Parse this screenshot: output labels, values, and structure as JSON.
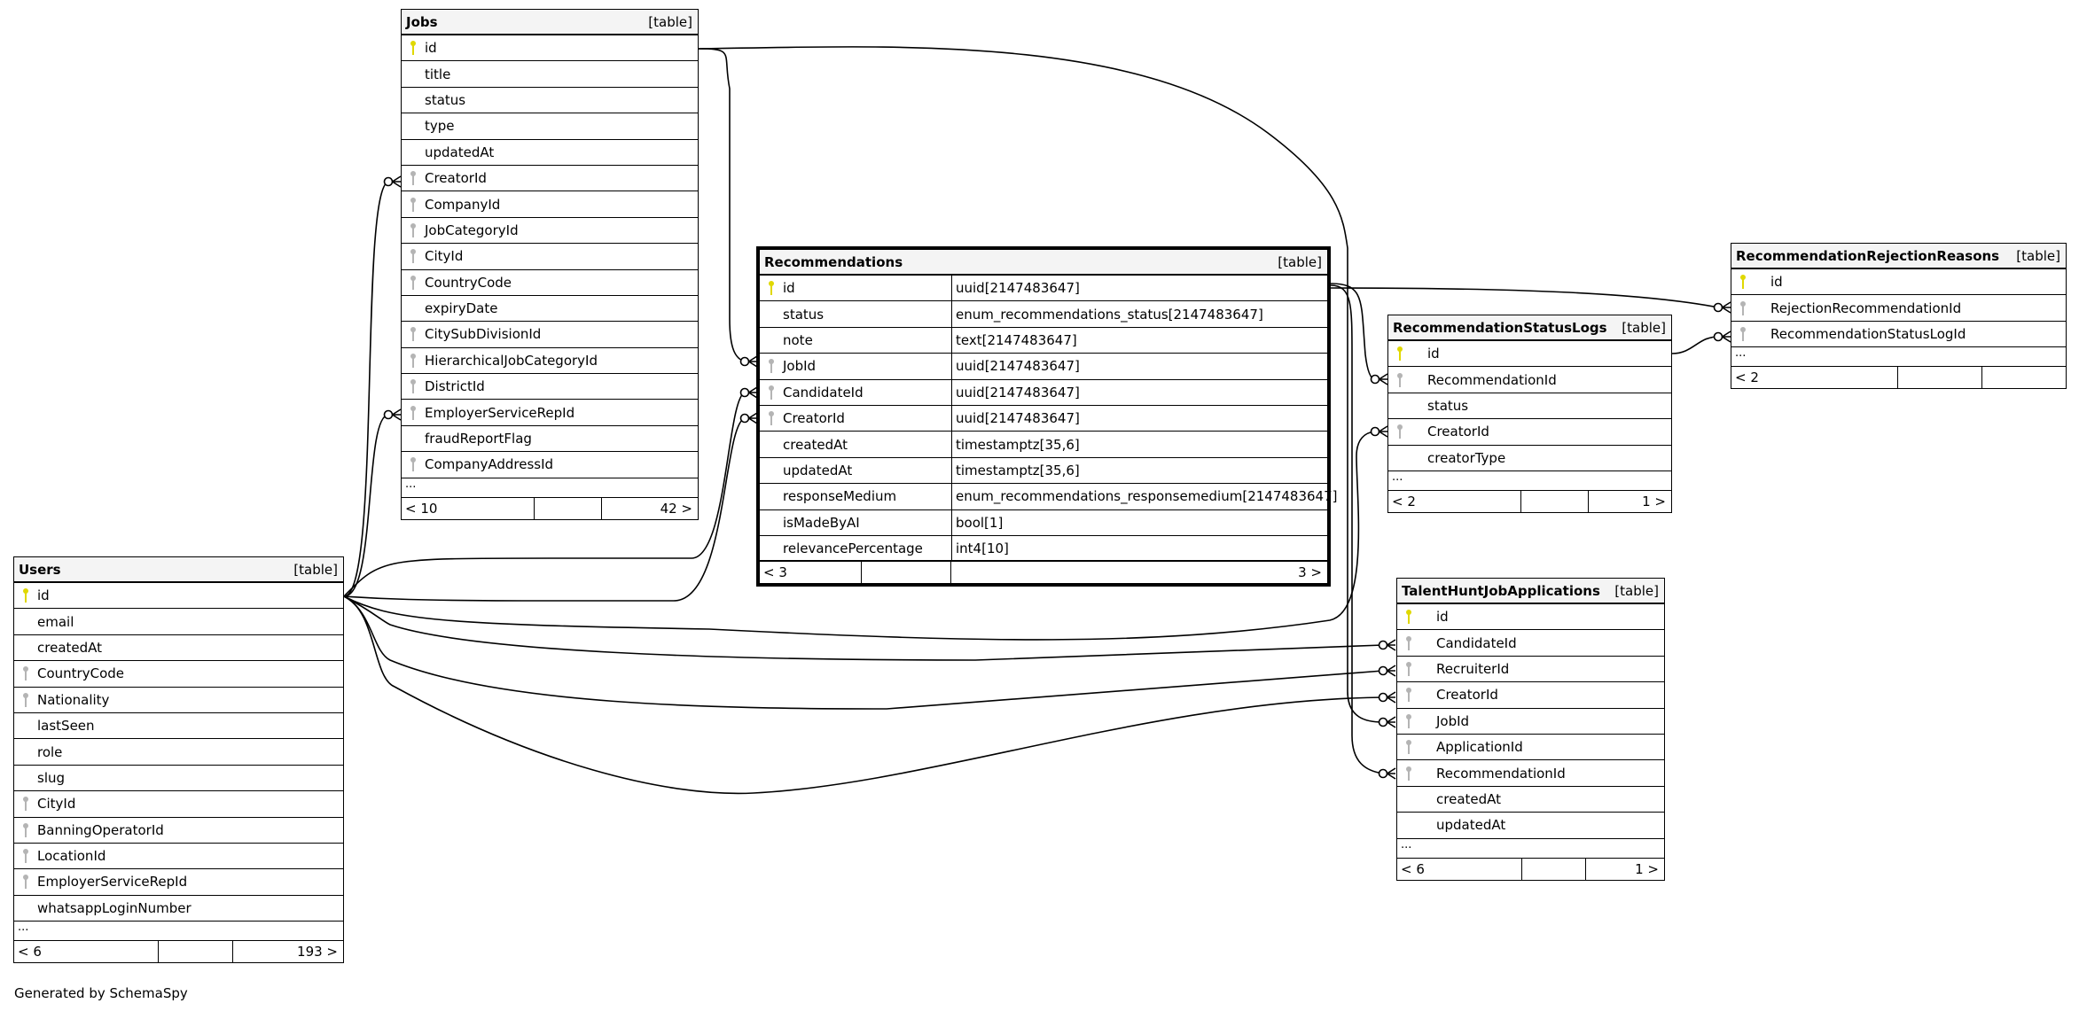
{
  "colors": {
    "primary_key": "#e0d800",
    "foreign_key": "#b4b4b4",
    "header_bg": "#f4f4f4",
    "line": "#000000"
  },
  "footer_note": "Generated by SchemaSpy",
  "tables": {
    "jobs": {
      "name": "Jobs",
      "type_label": "[table]",
      "columns": [
        {
          "name": "id",
          "key": "primary"
        },
        {
          "name": "title",
          "key": "none"
        },
        {
          "name": "status",
          "key": "none"
        },
        {
          "name": "type",
          "key": "none"
        },
        {
          "name": "updatedAt",
          "key": "none"
        },
        {
          "name": "CreatorId",
          "key": "foreign"
        },
        {
          "name": "CompanyId",
          "key": "foreign"
        },
        {
          "name": "JobCategoryId",
          "key": "foreign"
        },
        {
          "name": "CityId",
          "key": "foreign"
        },
        {
          "name": "CountryCode",
          "key": "foreign"
        },
        {
          "name": "expiryDate",
          "key": "none"
        },
        {
          "name": "CitySubDivisionId",
          "key": "foreign"
        },
        {
          "name": "HierarchicalJobCategoryId",
          "key": "foreign"
        },
        {
          "name": "DistrictId",
          "key": "foreign"
        },
        {
          "name": "EmployerServiceRepId",
          "key": "foreign"
        },
        {
          "name": "fraudReportFlag",
          "key": "none"
        },
        {
          "name": "CompanyAddressId",
          "key": "foreign"
        }
      ],
      "ellipsis": "...",
      "parents": "< 10",
      "children": "42 >"
    },
    "users": {
      "name": "Users",
      "type_label": "[table]",
      "columns": [
        {
          "name": "id",
          "key": "primary"
        },
        {
          "name": "email",
          "key": "none"
        },
        {
          "name": "createdAt",
          "key": "none"
        },
        {
          "name": "CountryCode",
          "key": "foreign"
        },
        {
          "name": "Nationality",
          "key": "foreign"
        },
        {
          "name": "lastSeen",
          "key": "none"
        },
        {
          "name": "role",
          "key": "none"
        },
        {
          "name": "slug",
          "key": "none"
        },
        {
          "name": "CityId",
          "key": "foreign"
        },
        {
          "name": "BanningOperatorId",
          "key": "foreign"
        },
        {
          "name": "LocationId",
          "key": "foreign"
        },
        {
          "name": "EmployerServiceRepId",
          "key": "foreign"
        },
        {
          "name": "whatsappLoginNumber",
          "key": "none"
        }
      ],
      "ellipsis": "...",
      "parents": "< 6",
      "children": "193 >"
    },
    "recommendations": {
      "name": "Recommendations",
      "type_label": "[table]",
      "columns": [
        {
          "name": "id",
          "key": "primary",
          "type": "uuid[2147483647]"
        },
        {
          "name": "status",
          "key": "none",
          "type": "enum_recommendations_status[2147483647]"
        },
        {
          "name": "note",
          "key": "none",
          "type": "text[2147483647]"
        },
        {
          "name": "JobId",
          "key": "foreign",
          "type": "uuid[2147483647]"
        },
        {
          "name": "CandidateId",
          "key": "foreign",
          "type": "uuid[2147483647]"
        },
        {
          "name": "CreatorId",
          "key": "foreign",
          "type": "uuid[2147483647]"
        },
        {
          "name": "createdAt",
          "key": "none",
          "type": "timestamptz[35,6]"
        },
        {
          "name": "updatedAt",
          "key": "none",
          "type": "timestamptz[35,6]"
        },
        {
          "name": "responseMedium",
          "key": "none",
          "type": "enum_recommendations_responsemedium[2147483647]"
        },
        {
          "name": "isMadeByAI",
          "key": "none",
          "type": "bool[1]"
        },
        {
          "name": "relevancePercentage",
          "key": "none",
          "type": "int4[10]"
        }
      ],
      "parents": "< 3",
      "children": "3 >"
    },
    "status_logs": {
      "name": "RecommendationStatusLogs",
      "type_label": "[table]",
      "columns": [
        {
          "name": "id",
          "key": "primary"
        },
        {
          "name": "RecommendationId",
          "key": "foreign"
        },
        {
          "name": "status",
          "key": "none"
        },
        {
          "name": "CreatorId",
          "key": "foreign"
        },
        {
          "name": "creatorType",
          "key": "none"
        }
      ],
      "ellipsis": "...",
      "parents": "< 2",
      "children": "1 >"
    },
    "rejection_reasons": {
      "name": "RecommendationRejectionReasons",
      "type_label": "[table]",
      "columns": [
        {
          "name": "id",
          "key": "primary"
        },
        {
          "name": "RejectionRecommendationId",
          "key": "foreign"
        },
        {
          "name": "RecommendationStatusLogId",
          "key": "foreign"
        }
      ],
      "ellipsis": "...",
      "parents": "< 2",
      "children": ""
    },
    "talent_hunt": {
      "name": "TalentHuntJobApplications",
      "type_label": "[table]",
      "columns": [
        {
          "name": "id",
          "key": "primary"
        },
        {
          "name": "CandidateId",
          "key": "foreign"
        },
        {
          "name": "RecruiterId",
          "key": "foreign"
        },
        {
          "name": "CreatorId",
          "key": "foreign"
        },
        {
          "name": "JobId",
          "key": "foreign"
        },
        {
          "name": "ApplicationId",
          "key": "foreign"
        },
        {
          "name": "RecommendationId",
          "key": "foreign"
        },
        {
          "name": "createdAt",
          "key": "none"
        },
        {
          "name": "updatedAt",
          "key": "none"
        }
      ],
      "ellipsis": "...",
      "parents": "< 6",
      "children": "1 >"
    }
  },
  "relationships": [
    {
      "from": "Users.id",
      "to": "Jobs.CreatorId"
    },
    {
      "from": "Users.id",
      "to": "Jobs.EmployerServiceRepId"
    },
    {
      "from": "Jobs.id",
      "to": "Recommendations.JobId"
    },
    {
      "from": "Users.id",
      "to": "Recommendations.CandidateId"
    },
    {
      "from": "Users.id",
      "to": "Recommendations.CreatorId"
    },
    {
      "from": "Recommendations.id",
      "to": "RecommendationStatusLogs.RecommendationId"
    },
    {
      "from": "Users.id",
      "to": "RecommendationStatusLogs.CreatorId"
    },
    {
      "from": "Recommendations.id",
      "to": "RecommendationRejectionReasons.RejectionRecommendationId"
    },
    {
      "from": "RecommendationStatusLogs.id",
      "to": "RecommendationRejectionReasons.RecommendationStatusLogId"
    },
    {
      "from": "Users.id",
      "to": "TalentHuntJobApplications.CandidateId"
    },
    {
      "from": "Users.id",
      "to": "TalentHuntJobApplications.RecruiterId"
    },
    {
      "from": "Users.id",
      "to": "TalentHuntJobApplications.CreatorId"
    },
    {
      "from": "Jobs.id",
      "to": "TalentHuntJobApplications.JobId"
    },
    {
      "from": "Recommendations.id",
      "to": "TalentHuntJobApplications.RecommendationId"
    }
  ]
}
